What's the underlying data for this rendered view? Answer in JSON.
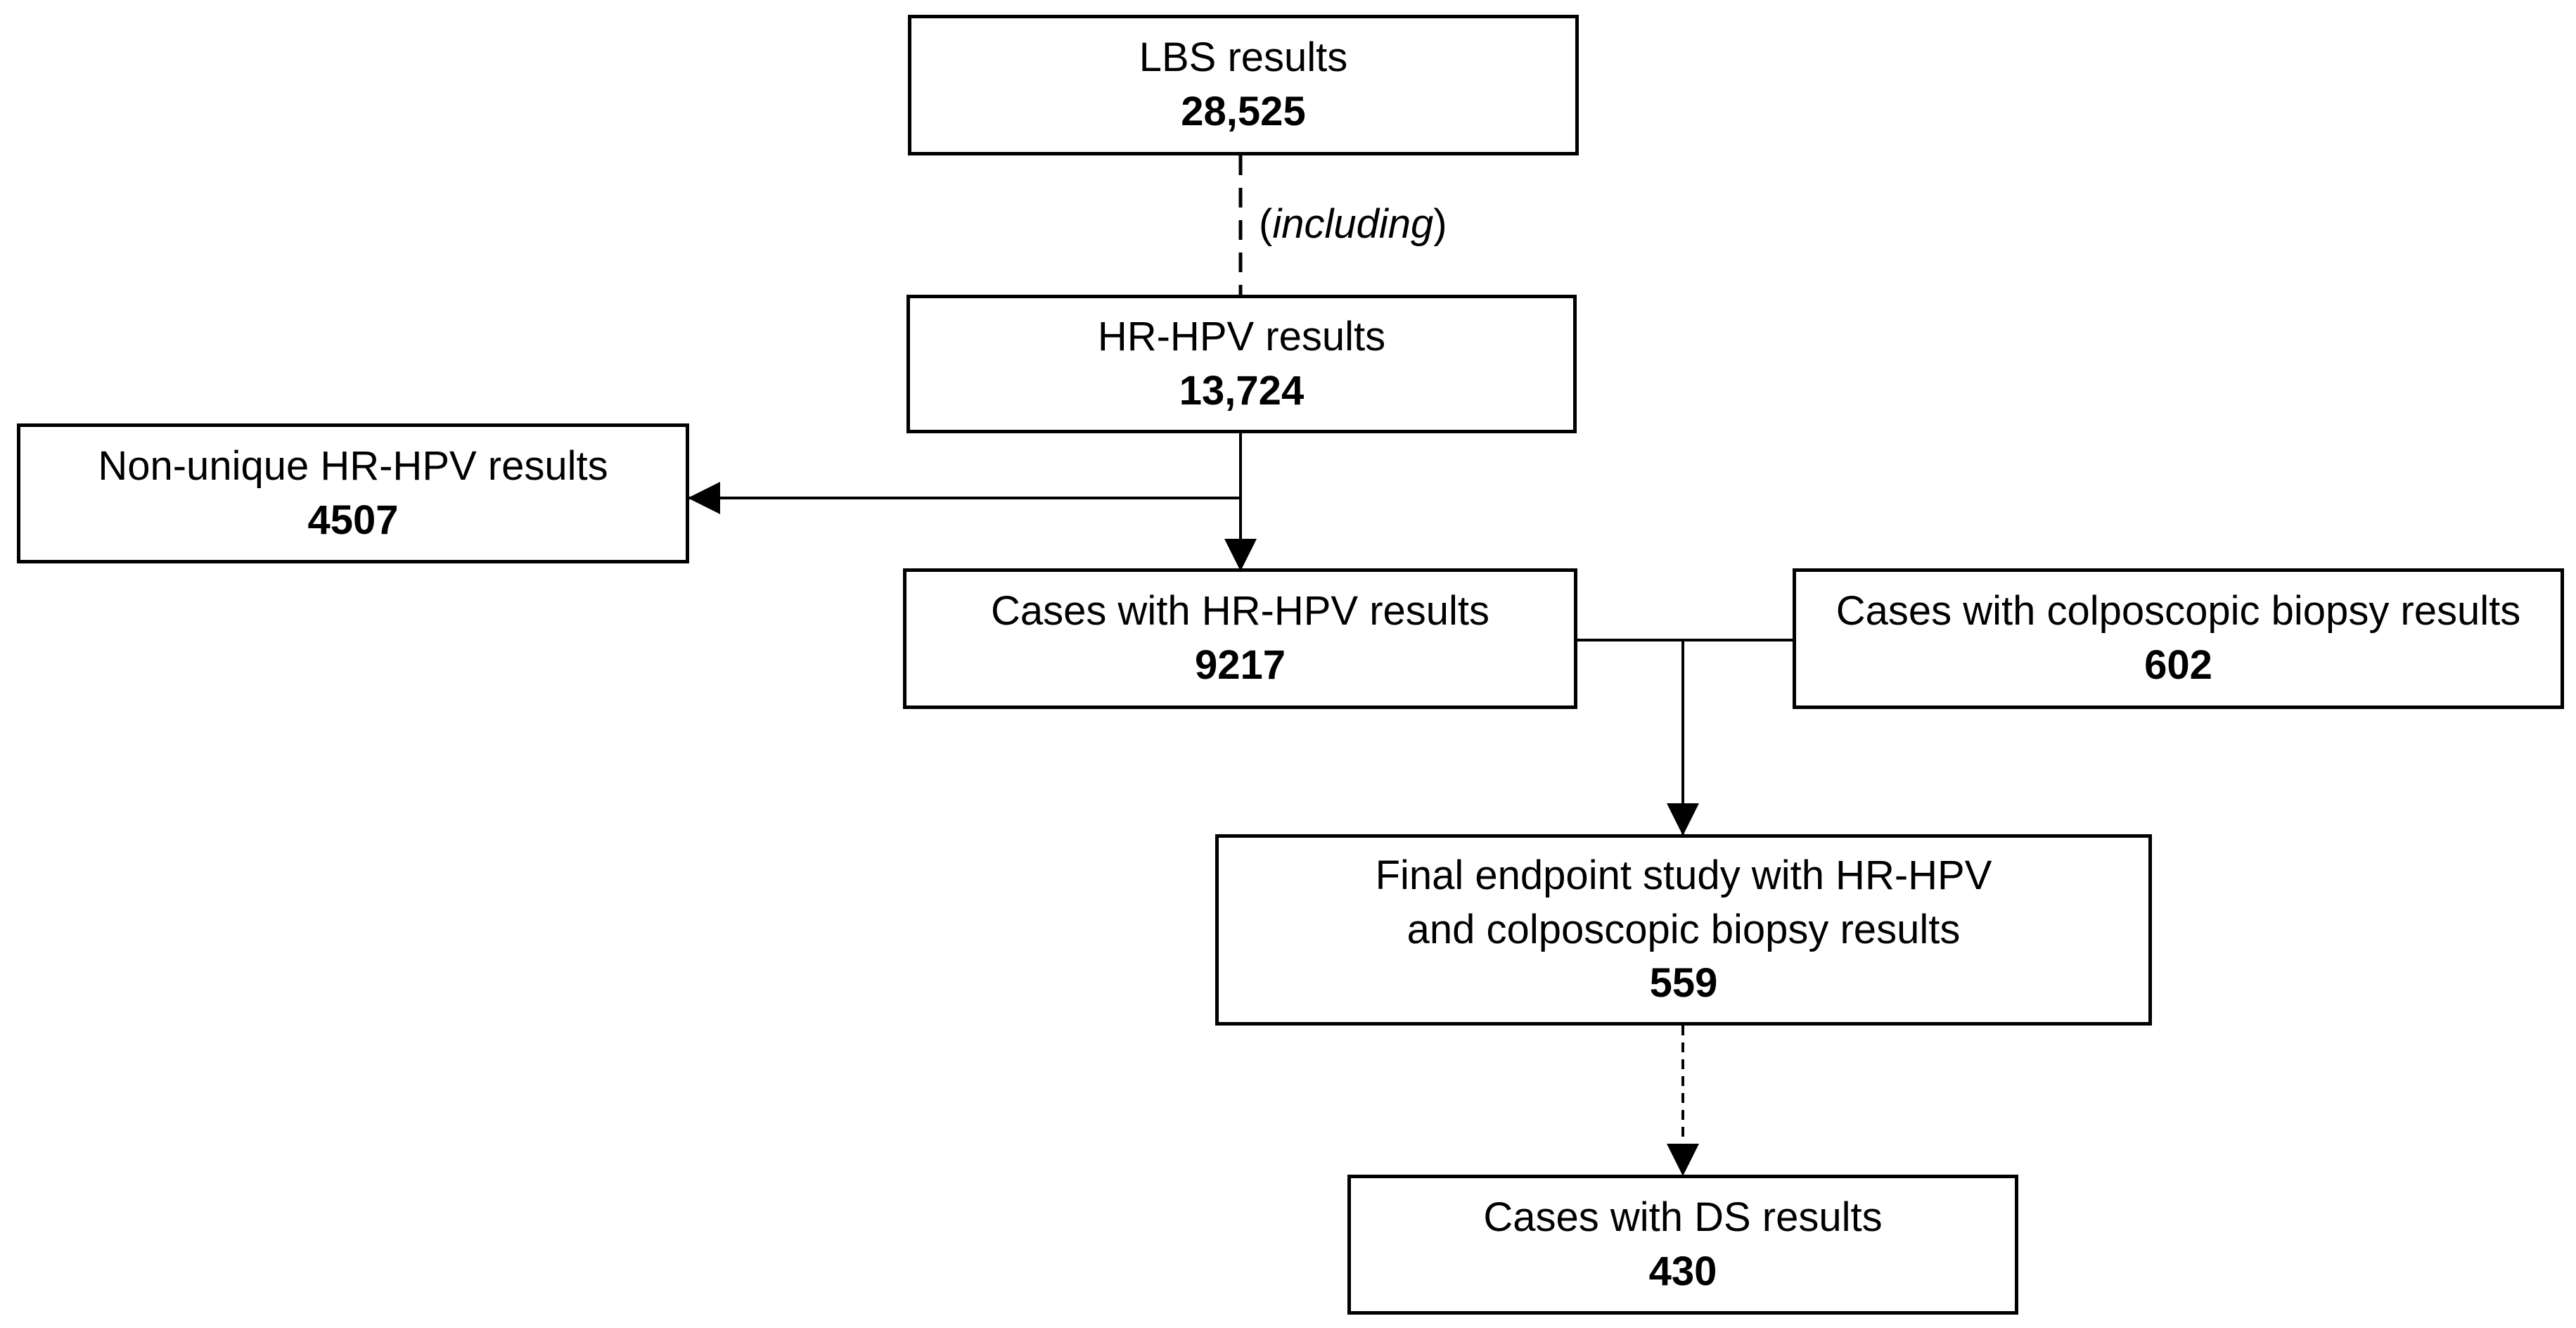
{
  "boxes": {
    "lbs": {
      "label": "LBS results",
      "count": "28,525"
    },
    "hrhpv": {
      "label": "HR-HPV results",
      "count": "13,724"
    },
    "nonunique": {
      "label": "Non-unique HR-HPV results",
      "count": "4507"
    },
    "cases_hpv": {
      "label": "Cases with HR-HPV results",
      "count": "9217"
    },
    "cases_biopsy": {
      "label": "Cases with colposcopic biopsy results",
      "count": "602"
    },
    "final": {
      "label_line1": "Final endpoint study with HR-HPV",
      "label_line2": "and colposcopic biopsy results",
      "count": "559"
    },
    "ds": {
      "label": "Cases with DS results",
      "count": "430"
    }
  },
  "connector_note": {
    "open": "(",
    "italic": "including",
    "close": ")"
  }
}
